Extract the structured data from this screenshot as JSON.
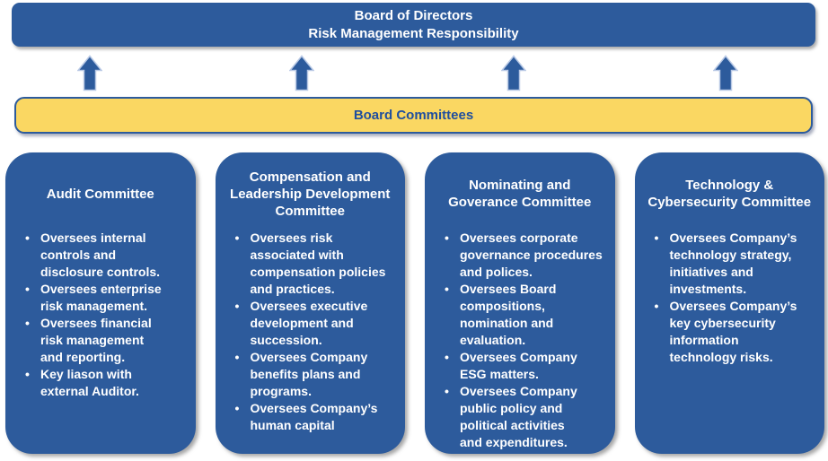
{
  "colors": {
    "primary_blue": "#2D5B9C",
    "bar_yellow": "#FAD762",
    "text_on_yellow": "#1F4E9E",
    "box_text": "#FFFFFF",
    "arrow_outline": "#B9C9E5"
  },
  "header": {
    "line1": "Board of Directors",
    "line2": "Risk Management Responsibility"
  },
  "committees_bar": {
    "label": "Board Committees"
  },
  "icons": {
    "arrow": "up-arrow"
  },
  "committees": [
    {
      "title": "Audit Committee",
      "bullets": [
        "Oversees internal\ncontrols and\ndisclosure controls.",
        "Oversees enterprise\nrisk management.",
        "Oversees financial\nrisk management\nand reporting.",
        "Key liason with\nexternal Auditor."
      ]
    },
    {
      "title": "Compensation and\nLeadership Development\nCommittee",
      "bullets": [
        "Oversees risk\nassociated with\ncompensation policies\nand practices.",
        "Oversees executive\ndevelopment and\nsuccession.",
        "Oversees Company\nbenefits plans and\nprograms.",
        "Oversees Company’s\nhuman capital"
      ]
    },
    {
      "title": "Nominating and\nGoverance Committee",
      "bullets": [
        "Oversees corporate\ngovernance procedures\nand polices.",
        "Oversees Board\ncompositions,\nnomination and\nevaluation.",
        "Oversees Company\nESG matters.",
        "Oversees Company\npublic policy and\npolitical activities\nand expenditures."
      ]
    },
    {
      "title": "Technology &\nCybersecurity Committee",
      "bullets": [
        "Oversees Company’s\ntechnology strategy,\ninitiatives and\ninvestments.",
        "Oversees Company’s\nkey cybersecurity\ninformation\ntechnology risks."
      ]
    }
  ]
}
